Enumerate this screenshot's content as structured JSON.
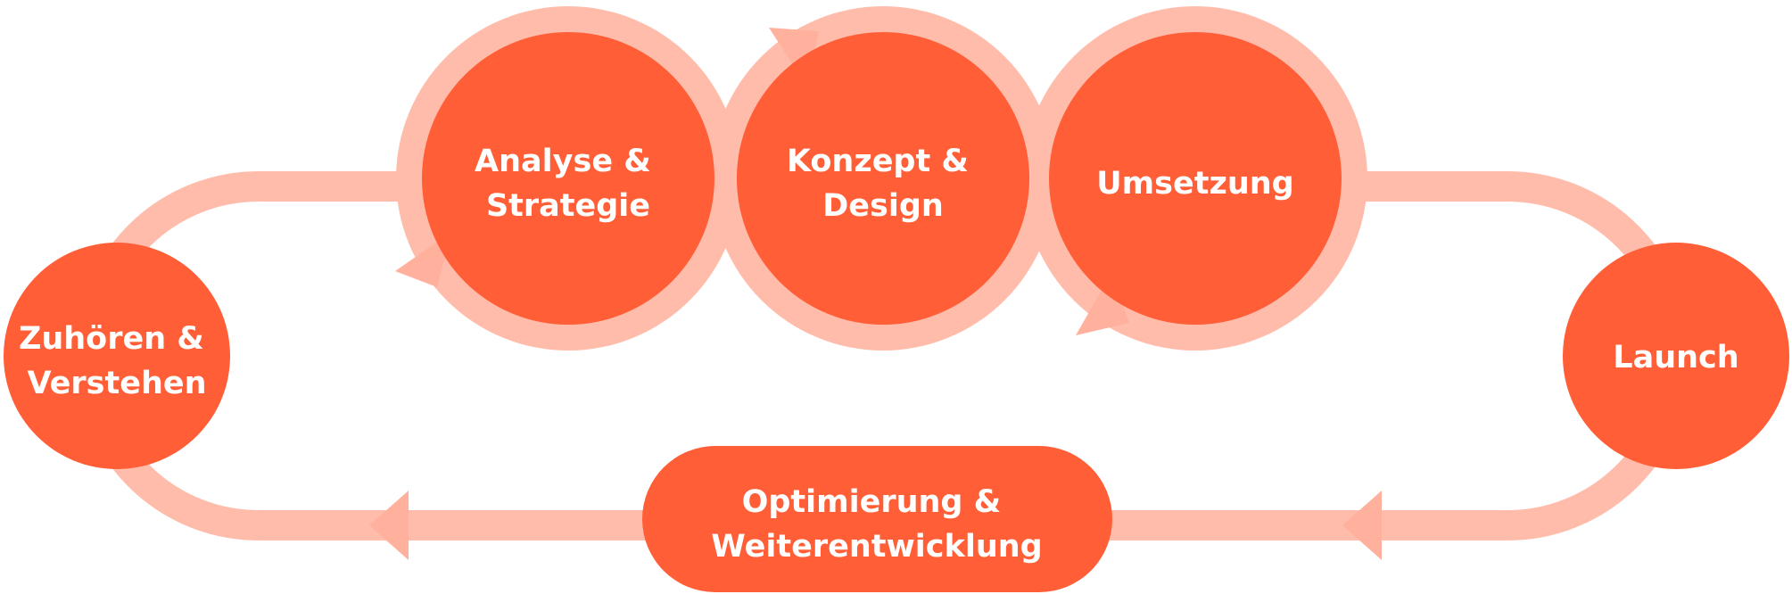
{
  "diagram": {
    "colors": {
      "node_fill": "#FF5E37",
      "track": "#FFBCAB",
      "label": "#FFFFFF"
    },
    "nodes": [
      {
        "id": "zuhoeren",
        "lines": [
          "Zuhören &",
          "Verstehen"
        ]
      },
      {
        "id": "analyse",
        "lines": [
          "Analyse &",
          "Strategie"
        ]
      },
      {
        "id": "konzept",
        "lines": [
          "Konzept &",
          "Design"
        ]
      },
      {
        "id": "umsetzung",
        "lines": [
          "Umsetzung"
        ]
      },
      {
        "id": "launch",
        "lines": [
          "Launch"
        ]
      },
      {
        "id": "optimierung",
        "lines": [
          "Optimierung &",
          "Weiterentwicklung"
        ]
      }
    ]
  }
}
